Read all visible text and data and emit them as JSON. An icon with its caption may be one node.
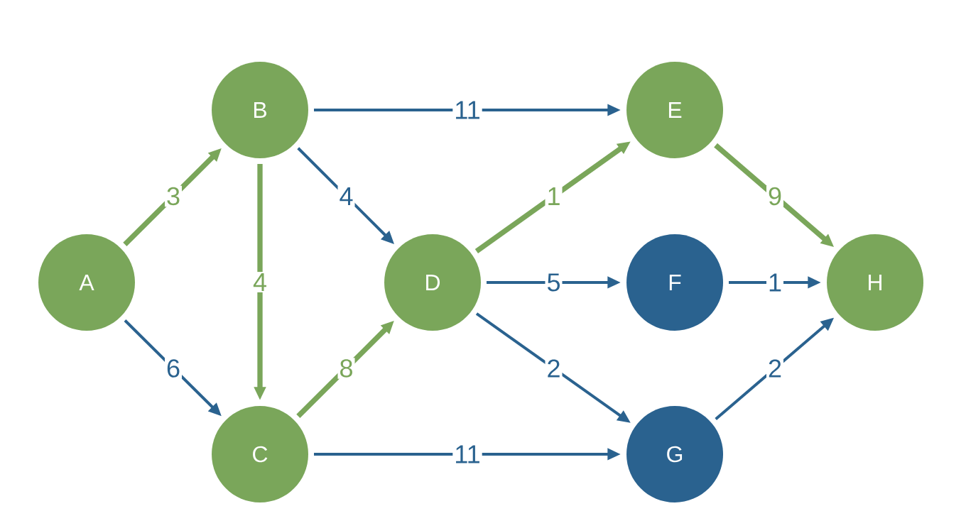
{
  "diagram": {
    "nodes": [
      {
        "text": [
          "A"
        ]
      },
      {
        "text": [
          "B"
        ]
      },
      {
        "text": [
          "C"
        ]
      },
      {
        "text": [
          "D"
        ]
      },
      {
        "text": [
          "E"
        ]
      },
      {
        "text": [
          "F"
        ]
      },
      {
        "text": [
          "G"
        ]
      },
      {
        "text": [
          "H"
        ]
      }
    ],
    "edges": [
      {
        "from": 0,
        "to": 1,
        "arrow": "to",
        "label": "3",
        "style": "thick",
        "color": "#7aa65a"
      },
      {
        "from": 0,
        "to": 2,
        "arrow": "to",
        "label": "6"
      },
      {
        "from": 1,
        "to": 4,
        "arrow": "to",
        "label": "11"
      },
      {
        "from": 1,
        "to": 2,
        "arrow": "to",
        "label": "4",
        "style": "thick",
        "color": "#7aa65a"
      },
      {
        "from": 1,
        "to": 3,
        "arrow": "to",
        "label": "4"
      },
      {
        "from": 2,
        "to": 3,
        "arrow": "to",
        "label": "8",
        "style": "thick",
        "color": "#7aa65a"
      },
      {
        "from": 2,
        "to": 6,
        "arrow": "to",
        "label": "11"
      },
      {
        "from": 3,
        "to": 4,
        "arrow": "to",
        "label": "1",
        "style": "thick",
        "color": "#7aa65a"
      },
      {
        "from": 3,
        "to": 5,
        "arrow": "to",
        "label": "5"
      },
      {
        "from": 3,
        "to": 6,
        "arrow": "to",
        "label": "2"
      },
      {
        "from": 4,
        "to": 7,
        "arrow": "to",
        "label": "9",
        "style": "thick",
        "color": "#7aa65a"
      },
      {
        "from": 5,
        "to": 7,
        "arrow": "to",
        "label": "1"
      },
      {
        "from": 6,
        "to": 7,
        "arrow": "to",
        "label": "2"
      }
    ]
  }
}
